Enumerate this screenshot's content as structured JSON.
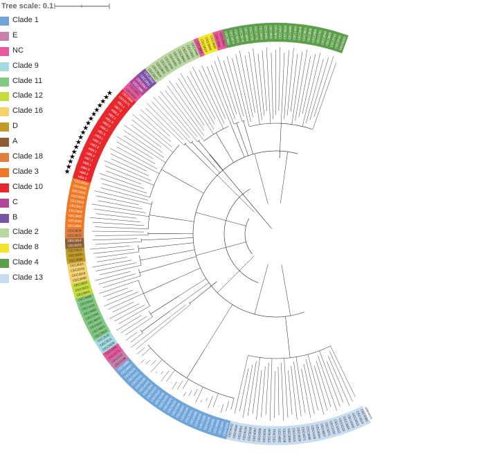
{
  "tree_scale": {
    "label": "Tree scale: 0.1"
  },
  "legend": [
    {
      "label": "Clade 1",
      "color": "#6fa5d9"
    },
    {
      "label": "E",
      "color": "#c980ad"
    },
    {
      "label": "NC",
      "color": "#e8589c"
    },
    {
      "label": "Clade 9",
      "color": "#a6dbe2"
    },
    {
      "label": "Clade 11",
      "color": "#7fca80"
    },
    {
      "label": "Clade 12",
      "color": "#c6dc3c"
    },
    {
      "label": "Clade 16",
      "color": "#f5d26e"
    },
    {
      "label": "D",
      "color": "#c19a28"
    },
    {
      "label": "A",
      "color": "#8b5e34"
    },
    {
      "label": "Clade 18",
      "color": "#e07f44"
    },
    {
      "label": "Clade 3",
      "color": "#ef7825"
    },
    {
      "label": "Clade 10",
      "color": "#e8272c"
    },
    {
      "label": "C",
      "color": "#b2479a"
    },
    {
      "label": "B",
      "color": "#7a52a8"
    },
    {
      "label": "Clade 2",
      "color": "#b8d8a0"
    },
    {
      "label": "Clade 8",
      "color": "#f3e62a"
    },
    {
      "label": "Clade 4",
      "color": "#5c9e4a"
    },
    {
      "label": "Clade 13",
      "color": "#c7dcee"
    }
  ],
  "ring": {
    "reference_label": "reference",
    "segments": [
      {
        "clade": "Clade 13",
        "color": "#c7dcee",
        "labels": [
          "CEC4382",
          "CEC3024",
          "CEC3015",
          "CEC4184",
          "CEC3069",
          "CEC3128",
          "CEC4203",
          "CEC3192",
          "CEC3071",
          "CEC3007",
          "CEC4054",
          "CEC4109",
          "CEC3086",
          "CEC4071",
          "CEC3029",
          "CEC4152",
          "CEC3059",
          "CEC4108",
          "CEC4082",
          "CEC3011",
          "CEC4140",
          "CEC4201",
          "CEC4208",
          "CEC4097",
          "CEC3018",
          "CEC4136",
          "CEC3061",
          "CEC4080",
          "CEC4143"
        ]
      },
      {
        "clade": "Clade 1",
        "color": "#6fa5d9",
        "labels": [
          "CEC4163",
          "CEC4044",
          "CEC4099",
          "CEC4091",
          "CEC4126",
          "CEC4100",
          "CEC4152",
          "CEC4188",
          "CEC4111",
          "CEC4160",
          "CEC4087",
          "CEC4183",
          "CEC4115",
          "CEC4024",
          "CEC4133",
          "CEC4148",
          "CEC4113",
          "CEC4212",
          "CEC4202",
          "CEC4163",
          "CEC4185",
          "CEC4161",
          "CEC4212",
          "CEC4126",
          "CEC4007",
          "CEC4096"
        ]
      },
      {
        "clade": "E",
        "color": "#c980ad",
        "labels": [
          "CEC4198",
          "CEC3711"
        ]
      },
      {
        "clade": "NC",
        "color": "#e8589c",
        "labels": [
          "CEC3771",
          "CEC4291"
        ]
      },
      {
        "clade": "Clade 9",
        "color": "#a6dbe2",
        "labels": [
          "CEC3939",
          "CEC3531",
          "CEC2538"
        ]
      },
      {
        "clade": "Clade 11",
        "color": "#7fca80",
        "labels": [
          "CEC3915",
          "CEC3853",
          "CEC3547",
          "CEC4823",
          "CEC2294",
          "CEC4682",
          "CEC1426",
          "CEC3914",
          "CEC4469"
        ]
      },
      {
        "clade": "Clade 12",
        "color": "#c6dc3c",
        "labels": [
          "CEC3641",
          "CEC3623",
          "CEC3826"
        ]
      },
      {
        "clade": "Clade 16",
        "color": "#f5d26e",
        "labels": [
          "CEC3898",
          "CEC3918",
          "CEC2018",
          "CEC3604"
        ]
      },
      {
        "clade": "D",
        "color": "#c19a28",
        "labels": [
          "CEC3860",
          "CEC3909",
          "CEC3915"
        ]
      },
      {
        "clade": "A",
        "color": "#8b5e34",
        "labels": [
          "CEC2876",
          "CEC1814"
        ]
      },
      {
        "clade": "Clade 18",
        "color": "#e07f44",
        "labels": [
          "CEC3873",
          "CEC3878"
        ]
      },
      {
        "clade": "Clade 3",
        "color": "#ef7825",
        "labels": [
          "CEC3904",
          "CEC4055",
          "CEC3920",
          "CEC3908",
          "CEC3917",
          "CEC3933",
          "CEC3932",
          "CEC3916",
          "CEC4045",
          "CEC3910"
        ]
      },
      {
        "clade": "Clade 10",
        "color": "#e8272c",
        "labels": [
          "HB4.2",
          "HB8.2",
          "HB4.3",
          "HB8.1",
          "HB7.1",
          "HB5.2",
          "HB6.1",
          "HB2.3",
          "HB5.1",
          "HB3.1",
          "HB1.5",
          "HB4.1",
          "HB2.2",
          "HB1.3",
          "HB2.1",
          "HB6.2",
          "HB7.2",
          "HB1.1",
          "CEC4171",
          "CEC3866"
        ]
      },
      {
        "clade": "NC",
        "color": "#e8589c",
        "labels": [
          "CEC3813",
          "CEC3851"
        ]
      },
      {
        "clade": "C",
        "color": "#b2479a",
        "labels": [
          "CEC2980",
          "CEC2947"
        ]
      },
      {
        "clade": "B",
        "color": "#7a52a8",
        "labels": [
          "CEC2911",
          "CEC2918"
        ]
      },
      {
        "clade": "Clade 2",
        "color": "#b8d8a0",
        "labels": [
          "CEC3927",
          "CEC3924",
          "CEC3891",
          "CEC3833",
          "CEC3906",
          "CEC4451",
          "CEC4431",
          "CEC3863",
          "CEC4305",
          "CEC3895",
          "CEC4440"
        ]
      },
      {
        "clade": "NC",
        "color": "#e8589c",
        "labels": [
          "CEC3862"
        ]
      },
      {
        "clade": "Clade 8",
        "color": "#f3e62a",
        "labels": [
          "CEC3624",
          "CEC3605",
          "CEC3884"
        ]
      },
      {
        "clade": "NC",
        "color": "#e8589c",
        "labels": [
          "CEC3856",
          "CEC3859"
        ]
      },
      {
        "clade": "Clade 4",
        "color": "#5c9e4a",
        "labels": [
          "CEC3892",
          "CEC3874",
          "CEC3870",
          "CEC3874",
          "CEC3863",
          "CEC3755",
          "CEC3776",
          "CEC3914",
          "CEC3906",
          "CEC3932",
          "CEC3641",
          "CEC4407",
          "CEC3620",
          "CEC4490",
          "CEC1402",
          "CEC3004",
          "CEC3841",
          "CEC3838",
          "CEC3886",
          "CEC3791",
          "CEC3618",
          "CEC3800",
          "CEC3742",
          "CEC3741",
          "CEC4003"
        ]
      }
    ]
  },
  "stars": {
    "count": 18,
    "glyph": "★"
  }
}
